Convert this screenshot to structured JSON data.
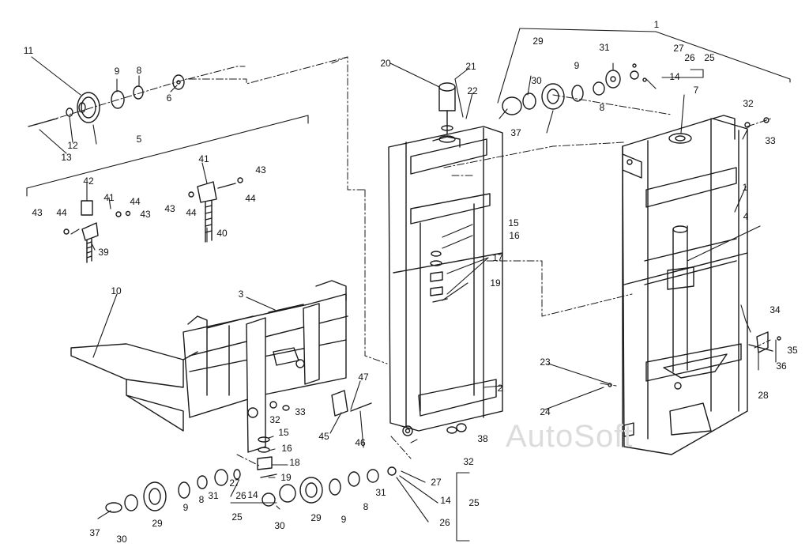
{
  "watermark": "AutoSoft",
  "labels": [
    {
      "id": "l1a",
      "text": "1"
    },
    {
      "id": "l1b",
      "text": "1"
    },
    {
      "id": "l2",
      "text": "2"
    },
    {
      "id": "l3",
      "text": "3"
    },
    {
      "id": "l4",
      "text": "4"
    },
    {
      "id": "l5",
      "text": "5"
    },
    {
      "id": "l6",
      "text": "6"
    },
    {
      "id": "l7",
      "text": "7"
    },
    {
      "id": "l8a",
      "text": "8"
    },
    {
      "id": "l8b",
      "text": "8"
    },
    {
      "id": "l8c",
      "text": "8"
    },
    {
      "id": "l8d",
      "text": "8"
    },
    {
      "id": "l9a",
      "text": "9"
    },
    {
      "id": "l9b",
      "text": "9"
    },
    {
      "id": "l9c",
      "text": "9"
    },
    {
      "id": "l9d",
      "text": "9"
    },
    {
      "id": "l10",
      "text": "10"
    },
    {
      "id": "l11",
      "text": "11"
    },
    {
      "id": "l12",
      "text": "12"
    },
    {
      "id": "l13",
      "text": "13"
    },
    {
      "id": "l14a",
      "text": "14"
    },
    {
      "id": "l14b",
      "text": "14"
    },
    {
      "id": "l14c",
      "text": "14"
    },
    {
      "id": "l15a",
      "text": "15"
    },
    {
      "id": "l15b",
      "text": "15"
    },
    {
      "id": "l16a",
      "text": "16"
    },
    {
      "id": "l16b",
      "text": "16"
    },
    {
      "id": "l17",
      "text": "17"
    },
    {
      "id": "l18",
      "text": "18"
    },
    {
      "id": "l19a",
      "text": "19"
    },
    {
      "id": "l19b",
      "text": "19"
    },
    {
      "id": "l20",
      "text": "20"
    },
    {
      "id": "l21",
      "text": "21"
    },
    {
      "id": "l22",
      "text": "22"
    },
    {
      "id": "l23",
      "text": "23"
    },
    {
      "id": "l24",
      "text": "24"
    },
    {
      "id": "l25a",
      "text": "25"
    },
    {
      "id": "l25b",
      "text": "25"
    },
    {
      "id": "l25c",
      "text": "25"
    },
    {
      "id": "l26a",
      "text": "26"
    },
    {
      "id": "l26b",
      "text": "26"
    },
    {
      "id": "l26c",
      "text": "26"
    },
    {
      "id": "l27a",
      "text": "27"
    },
    {
      "id": "l27b",
      "text": "27"
    },
    {
      "id": "l27c",
      "text": "27"
    },
    {
      "id": "l28",
      "text": "28"
    },
    {
      "id": "l29a",
      "text": "29"
    },
    {
      "id": "l29b",
      "text": "29"
    },
    {
      "id": "l29c",
      "text": "29"
    },
    {
      "id": "l30a",
      "text": "30"
    },
    {
      "id": "l30b",
      "text": "30"
    },
    {
      "id": "l30c",
      "text": "30"
    },
    {
      "id": "l31a",
      "text": "31"
    },
    {
      "id": "l31b",
      "text": "31"
    },
    {
      "id": "l31c",
      "text": "31"
    },
    {
      "id": "l32a",
      "text": "32"
    },
    {
      "id": "l32b",
      "text": "32"
    },
    {
      "id": "l32c",
      "text": "32"
    },
    {
      "id": "l33a",
      "text": "33"
    },
    {
      "id": "l33b",
      "text": "33"
    },
    {
      "id": "l34",
      "text": "34"
    },
    {
      "id": "l35",
      "text": "35"
    },
    {
      "id": "l36",
      "text": "36"
    },
    {
      "id": "l37a",
      "text": "37"
    },
    {
      "id": "l37b",
      "text": "37"
    },
    {
      "id": "l38",
      "text": "38"
    },
    {
      "id": "l39",
      "text": "39"
    },
    {
      "id": "l40",
      "text": "40"
    },
    {
      "id": "l41a",
      "text": "41"
    },
    {
      "id": "l41b",
      "text": "41"
    },
    {
      "id": "l42",
      "text": "42"
    },
    {
      "id": "l43a",
      "text": "43"
    },
    {
      "id": "l43b",
      "text": "43"
    },
    {
      "id": "l43c",
      "text": "43"
    },
    {
      "id": "l43d",
      "text": "43"
    },
    {
      "id": "l44a",
      "text": "44"
    },
    {
      "id": "l44b",
      "text": "44"
    },
    {
      "id": "l44c",
      "text": "44"
    },
    {
      "id": "l44d",
      "text": "44"
    },
    {
      "id": "l45",
      "text": "45"
    },
    {
      "id": "l46",
      "text": "46"
    },
    {
      "id": "l47",
      "text": "47"
    }
  ]
}
